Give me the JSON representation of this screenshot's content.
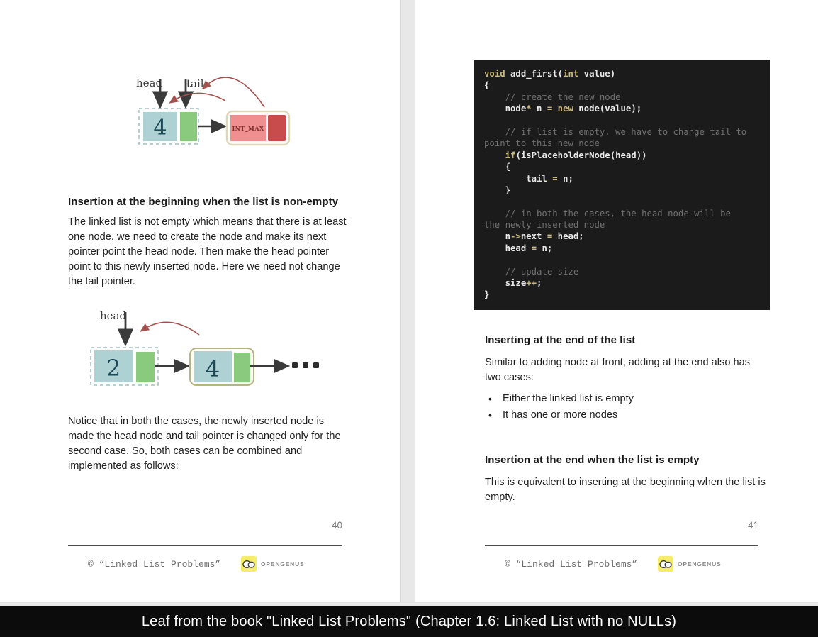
{
  "left_page": {
    "diagram1": {
      "head_label": "head",
      "tail_label": "tail",
      "node_value": "4",
      "int_max_label": "INT_MAX"
    },
    "heading1": "Insertion at the beginning when the list is non-empty",
    "para1": "The linked list is not empty which means that there is at least one node. we need to create the node and make its next pointer point the head node. Then make the head pointer point to this newly inserted node. Here we need not change the tail pointer.",
    "diagram2": {
      "head_label": "head",
      "node1_value": "2",
      "node2_value": "4"
    },
    "para2": "Notice that in both the cases, the newly inserted node is made the head node and tail pointer is changed only for the second case. So, both cases can be combined and implemented as follows:",
    "page_number": "40",
    "footer_text": "© “Linked List Problems”",
    "logo_text": "OPENGENUS"
  },
  "right_page": {
    "code": {
      "lines": [
        [
          {
            "t": "void",
            "c": "k"
          },
          {
            "t": " add_first(",
            "c": "p"
          },
          {
            "t": "int",
            "c": "k"
          },
          {
            "t": " value)",
            "c": "p"
          }
        ],
        [
          {
            "t": "{",
            "c": "p"
          }
        ],
        [
          {
            "t": "    // create the new node",
            "c": "c"
          }
        ],
        [
          {
            "t": "    node",
            "c": "p"
          },
          {
            "t": "*",
            "c": "k"
          },
          {
            "t": " n ",
            "c": "p"
          },
          {
            "t": "=",
            "c": "k"
          },
          {
            "t": " ",
            "c": "p"
          },
          {
            "t": "new",
            "c": "k"
          },
          {
            "t": " node(value);",
            "c": "p"
          }
        ],
        [],
        [
          {
            "t": "    // if list is empty, we have to change tail to",
            "c": "c"
          }
        ],
        [
          {
            "t": "point to this new node",
            "c": "c"
          }
        ],
        [
          {
            "t": "    ",
            "c": "p"
          },
          {
            "t": "if",
            "c": "k"
          },
          {
            "t": "(isPlaceholderNode(head))",
            "c": "p"
          }
        ],
        [
          {
            "t": "    {",
            "c": "p"
          }
        ],
        [
          {
            "t": "        tail ",
            "c": "p"
          },
          {
            "t": "=",
            "c": "k"
          },
          {
            "t": " n;",
            "c": "p"
          }
        ],
        [
          {
            "t": "    }",
            "c": "p"
          }
        ],
        [],
        [
          {
            "t": "    // in both the cases, the head node will be",
            "c": "c"
          }
        ],
        [
          {
            "t": "the newly inserted node",
            "c": "c"
          }
        ],
        [
          {
            "t": "    n",
            "c": "p"
          },
          {
            "t": "->",
            "c": "k"
          },
          {
            "t": "next ",
            "c": "p"
          },
          {
            "t": "=",
            "c": "k"
          },
          {
            "t": " head;",
            "c": "p"
          }
        ],
        [
          {
            "t": "    head ",
            "c": "p"
          },
          {
            "t": "=",
            "c": "k"
          },
          {
            "t": " n;",
            "c": "p"
          }
        ],
        [],
        [
          {
            "t": "    // update size",
            "c": "c"
          }
        ],
        [
          {
            "t": "    size",
            "c": "p"
          },
          {
            "t": "++",
            "c": "k"
          },
          {
            "t": ";",
            "c": "p"
          }
        ],
        [
          {
            "t": "}",
            "c": "p"
          }
        ]
      ]
    },
    "heading1": "Inserting at the end of the list",
    "para1": "Similar to adding node at front, adding at the end also has two cases:",
    "bullet_char": "•",
    "bullets": [
      "Either the linked list is empty",
      "It has one or more nodes"
    ],
    "heading2": "Insertion at the end when the list is empty",
    "para2": "This is equivalent to inserting at the beginning when the list is empty.",
    "page_number": "41",
    "footer_text": "© “Linked List Problems”",
    "logo_text": "OPENGENUS"
  },
  "caption_bar": {
    "text": "Leaf from the book \"Linked List Problems\" (Chapter 1.6: Linked List with no NULLs)"
  },
  "colors": {
    "value_box": "#aed1d3",
    "next_box": "#8aca7e",
    "pink_box": "#f08f8f",
    "dark_red_box": "#c94c4c",
    "code_background": "#1b1b1b",
    "code_keyword": "#c9b87a",
    "code_comment": "#707070",
    "code_plain": "#e9e9e9",
    "logo_yellow": "#f5ec6a",
    "caption_background": "#0c0c0c"
  }
}
